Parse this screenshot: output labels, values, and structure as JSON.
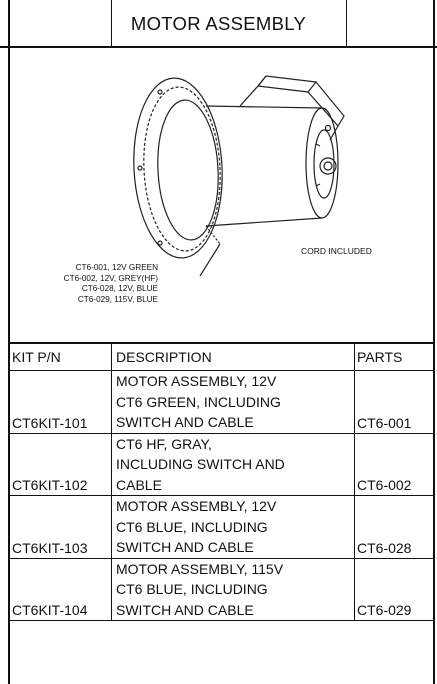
{
  "title": "MOTOR ASSEMBLY",
  "drawing": {
    "callout_lines": [
      "CT6-001, 12V GREEN",
      "CT6-002, 12V, GREY(HF)",
      "CT6-028, 12V, BLUE",
      "CT6-029, 115V, BLUE"
    ],
    "cord_label": "CORD INCLUDED"
  },
  "table": {
    "headers": [
      "KIT P/N",
      "DESCRIPTION",
      "PARTS"
    ],
    "rows": [
      {
        "kit": "CT6KIT-101",
        "desc_lines": [
          "MOTOR ASSEMBLY, 12V",
          "CT6 GREEN, INCLUDING",
          "SWITCH AND CABLE"
        ],
        "part": "CT6-001"
      },
      {
        "kit": "CT6KIT-102",
        "desc_lines": [
          "CT6 HF,  GRAY,",
          "INCLUDING SWITCH AND",
          "CABLE"
        ],
        "part": "CT6-002"
      },
      {
        "kit": "CT6KIT-103",
        "desc_lines": [
          "MOTOR ASSEMBLY, 12V",
          "CT6 BLUE, INCLUDING",
          "SWITCH AND CABLE"
        ],
        "part": "CT6-028"
      },
      {
        "kit": "CT6KIT-104",
        "desc_lines": [
          "MOTOR ASSEMBLY, 115V",
          "CT6 BLUE, INCLUDING",
          "SWITCH AND CABLE"
        ],
        "part": "CT6-029"
      }
    ]
  }
}
